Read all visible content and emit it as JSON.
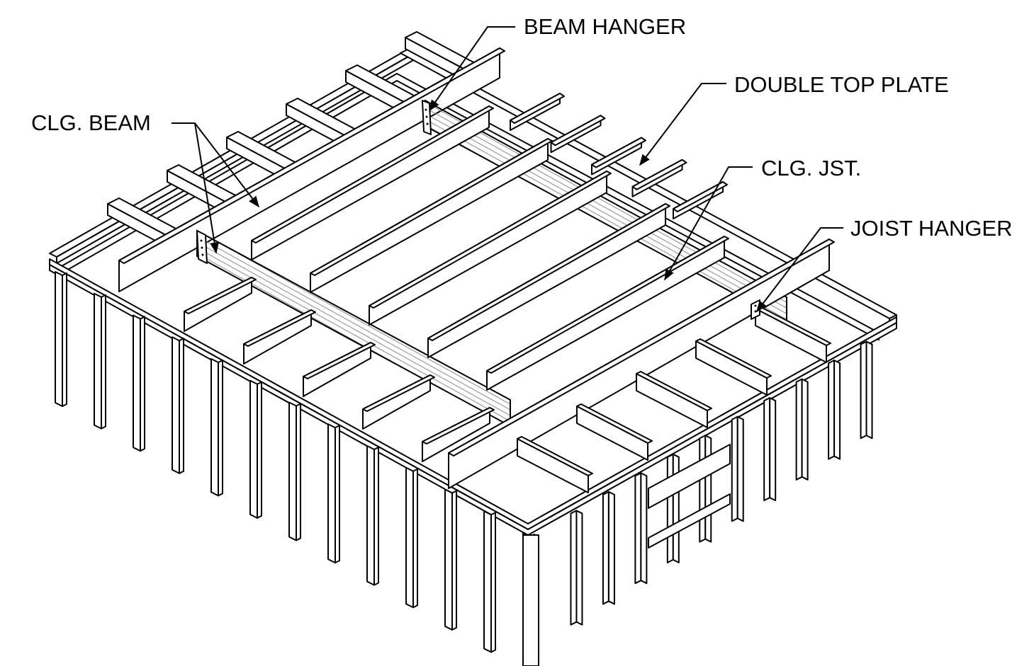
{
  "labels": {
    "beam_hanger": "BEAM HANGER",
    "double_top_plate": "DOUBLE TOP PLATE",
    "clg_beam": "CLG. BEAM",
    "clg_jst": "CLG. JST.",
    "joist_hanger": "JOIST HANGER"
  },
  "colors": {
    "line": "#000000",
    "background": "#ffffff",
    "beam_grain": "#8a8a8a"
  }
}
